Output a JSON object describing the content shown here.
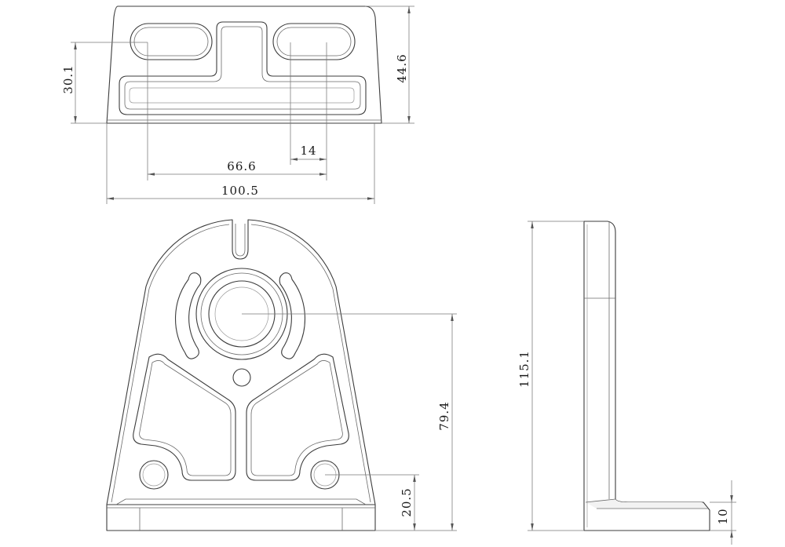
{
  "views": {
    "top": {
      "dims": {
        "height_right": "44.6",
        "height_left": "30.1",
        "width_total": "100.5",
        "slot_span": "66.6",
        "slot_width": "14"
      }
    },
    "front": {
      "dims": {
        "hole_height": "79.4",
        "small_hole_height": "20.5"
      }
    },
    "side": {
      "dims": {
        "total_height": "115.1",
        "thickness": "10"
      }
    }
  }
}
